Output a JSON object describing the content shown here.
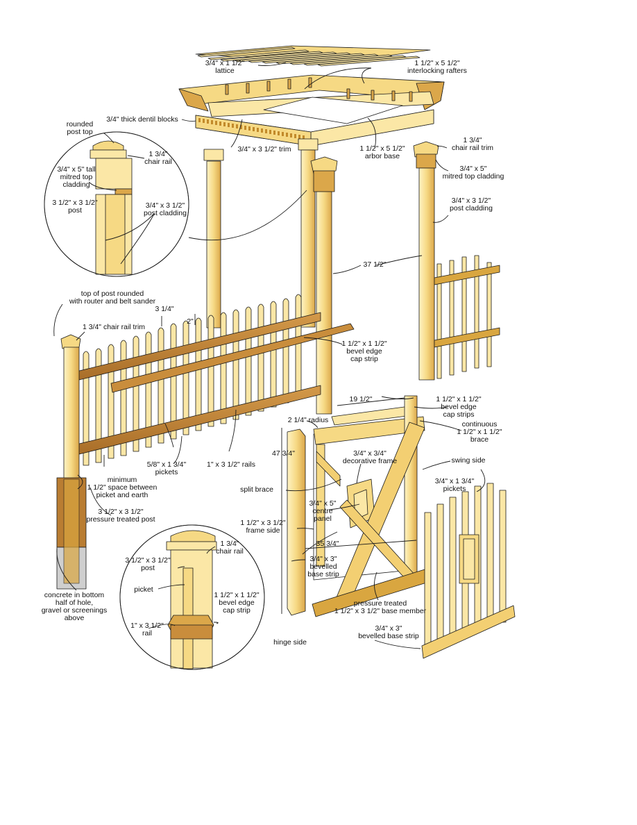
{
  "colors": {
    "wood_light": "#fbe7a6",
    "wood_mid": "#f3cf72",
    "wood_dark": "#d9a640",
    "wood_shadow": "#c28a2a",
    "rail_brown": "#b9823a",
    "soil": "#b97d32",
    "concrete": "#cfcfcf",
    "line": "#1a1a1a"
  },
  "labels": {
    "lattice": "3/4\" x 1 1/2\"\nlattice",
    "rafters": "1 1/2\" x 5 1/2\"\ninterlocking rafters",
    "dentil": "3/4\" thick dentil blocks",
    "rounded_post_top": "rounded\npost top",
    "chair_rail_detail": "1 3/4\"\nchair rail",
    "mitred_top": "3/4\" x 5\" tall\nmitred top\ncladding",
    "post_detail": "3 1/2\" x 3 1/2\"\npost",
    "post_cladding_detail": "3/4\" x 3 1/2\"\npost cladding",
    "trim": "3/4\" x 3 1/2\" trim",
    "arbor_base": "1 1/2\" x 5 1/2\"\narbor base",
    "chair_rail_trim_right": "1 3/4\"\nchair rail trim",
    "mitred_top_right": "3/4\" x 5\"\nmitred top cladding",
    "post_cladding_right": "3/4\" x 3 1/2\"\npost cladding",
    "dim_37": "37 1/2\"",
    "top_post_rounded": "top of post rounded\nwith router and belt sander",
    "dim_3_1_4": "3 1/4\"",
    "dim_2": "2\"",
    "chair_rail_trim_left": "1 3/4\" chair rail trim",
    "cap_strip": "1 1/2\" x 1 1/2\"\nbevel edge\ncap strip",
    "dim_19": "19 1/2\"",
    "cap_strips_gate": "1 1/2\" x 1 1/2\"\nbevel edge\ncap strips",
    "radius": "2 1/4\" radius",
    "brace": "continuous\n1 1/2\" x 1 1/2\"\nbrace",
    "swing_side": "swing side",
    "decorative_frame": "3/4\" x 3/4\"\ndecorative frame",
    "dim_47": "47 3/4\"",
    "pickets_fence": "5/8\" x 1 3/4\"\npickets",
    "rails": "1\" x 3 1/2\" rails",
    "minimum": "minimum\n1 1/2\" space between\npicket and earth",
    "pt_post": "3 1/2\" x 3 1/2\"\npressure treated post",
    "split_brace": "split brace",
    "centre_panel": "3/4\" x 5\"\ncentre\npanel",
    "frame_side": "1 1/2\" x 3 1/2\"\nframe side",
    "dim_35": "35 3/4\"",
    "bevelled_base": "3/4\" x 3\"\nbevelled\nbase strip",
    "pickets_gate": "3/4\" x 1 3/4\"\npickets",
    "concrete": "concrete in bottom\nhalf of hole,\ngravel or screenings\nabove",
    "chair_rail_bottom": "1 3/4\"\nchair rail",
    "post_bottom": "3 1/2\" x 3 1/2\"\npost",
    "picket_bottom": "picket",
    "cap_strip_bottom": "1 1/2\" x 1 1/2\"\nbevel edge\ncap strip",
    "rail_bottom": "1\" x 3 1/2\"\nrail",
    "base_member": "pressure treated\n1 1/2\" x 3 1/2\" base member",
    "hinge_side": "hinge side",
    "bevelled_base_gate": "3/4\" x 3\"\nbevelled base strip"
  }
}
